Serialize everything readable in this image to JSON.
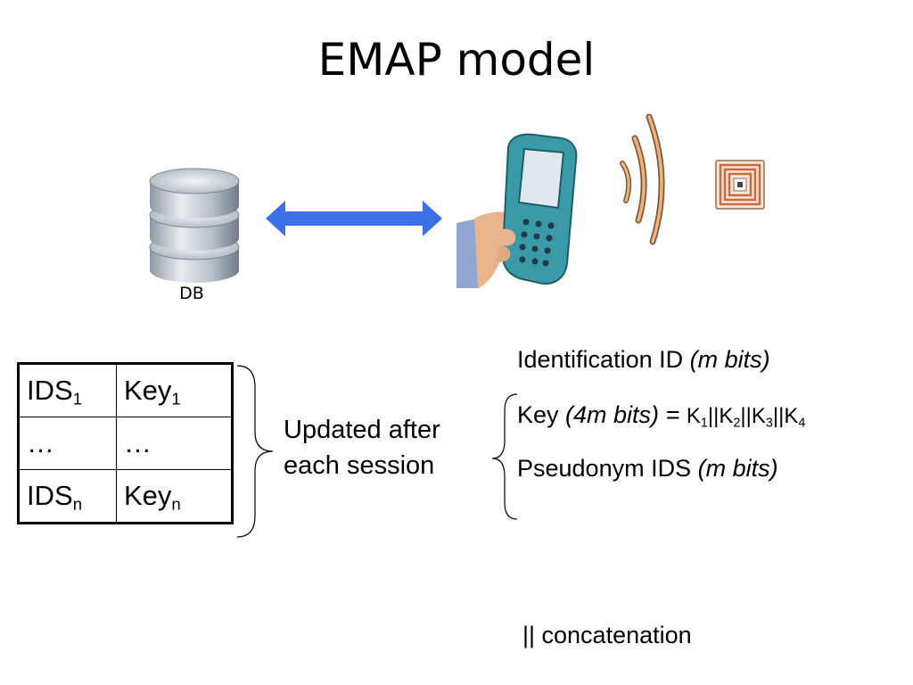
{
  "title": "EMAP model",
  "db_label": "DB",
  "table": {
    "rows": [
      {
        "ids": "IDS",
        "ids_sub": "1",
        "key": "Key",
        "key_sub": "1"
      },
      {
        "ids": "…",
        "ids_sub": "",
        "key": "…",
        "key_sub": ""
      },
      {
        "ids": "IDS",
        "ids_sub": "n",
        "key": "Key",
        "key_sub": "n"
      }
    ]
  },
  "updated_line1": "Updated after",
  "updated_line2": "each session",
  "info": {
    "id_label": "Identification ID ",
    "id_bits": "(m bits)",
    "key_label": "Key ",
    "key_bits": "(4m bits) =",
    "key_k": "K",
    "key_sep": "||",
    "pseudonym_label": "Pseudonym IDS ",
    "pseudonym_bits": "(m bits)"
  },
  "footnote": "|| concatenation",
  "colors": {
    "arrow": "#3d6fe6",
    "reader": "#3a9aa8",
    "tag": "#c96a3a"
  },
  "icons": [
    "database-icon",
    "bidirectional-arrow-icon",
    "rfid-reader-icon",
    "signal-waves-icon",
    "rfid-tag-icon"
  ]
}
